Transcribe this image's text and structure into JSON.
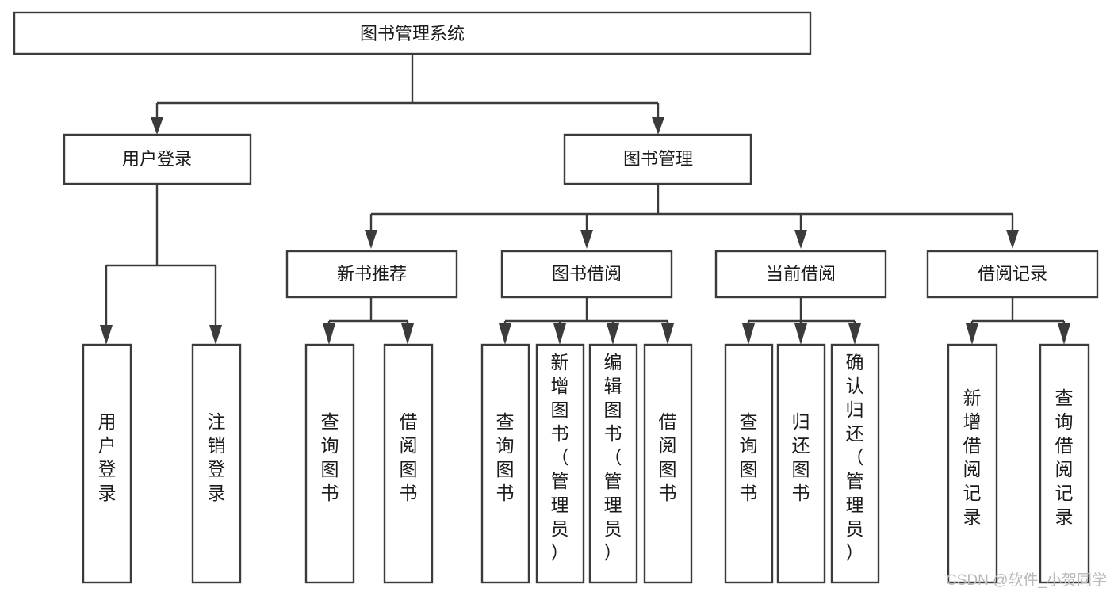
{
  "diagram": {
    "title": "图书管理系统",
    "type": "hierarchy-tree",
    "root": {
      "id": "root",
      "label": "图书管理系统"
    },
    "level1": [
      {
        "id": "user-login",
        "label": "用户登录"
      },
      {
        "id": "book-manage",
        "label": "图书管理"
      }
    ],
    "level2": [
      {
        "id": "new-book-rec",
        "label": "新书推荐",
        "parent": "book-manage"
      },
      {
        "id": "book-borrow",
        "label": "图书借阅",
        "parent": "book-manage"
      },
      {
        "id": "current-borrow",
        "label": "当前借阅",
        "parent": "book-manage"
      },
      {
        "id": "borrow-record",
        "label": "借阅记录",
        "parent": "book-manage"
      }
    ],
    "leaves": {
      "user-login": [
        {
          "id": "leaf-user-login",
          "label": "用户登录"
        },
        {
          "id": "leaf-logout",
          "label": "注销登录"
        }
      ],
      "new-book-rec": [
        {
          "id": "leaf-query-book-1",
          "label": "查询图书"
        },
        {
          "id": "leaf-borrow-book-1",
          "label": "借阅图书"
        }
      ],
      "book-borrow": [
        {
          "id": "leaf-query-book-2",
          "label": "查询图书"
        },
        {
          "id": "leaf-add-book",
          "label": "新增图书（管理员）"
        },
        {
          "id": "leaf-edit-book",
          "label": "编辑图书（管理员）"
        },
        {
          "id": "leaf-borrow-book-2",
          "label": "借阅图书"
        }
      ],
      "current-borrow": [
        {
          "id": "leaf-query-book-3",
          "label": "查询图书"
        },
        {
          "id": "leaf-return-book",
          "label": "归还图书"
        },
        {
          "id": "leaf-confirm-return",
          "label": "确认归还（管理员）"
        }
      ],
      "borrow-record": [
        {
          "id": "leaf-add-record",
          "label": "新增借阅记录"
        },
        {
          "id": "leaf-query-record",
          "label": "查询借阅记录"
        }
      ]
    },
    "colors": {
      "stroke": "#3b3b3b",
      "fill": "#ffffff",
      "text": "#1b1b1b",
      "watermark": "#b9b9b9"
    }
  },
  "watermark": {
    "text": "CSDN @软件_小贺同学"
  }
}
